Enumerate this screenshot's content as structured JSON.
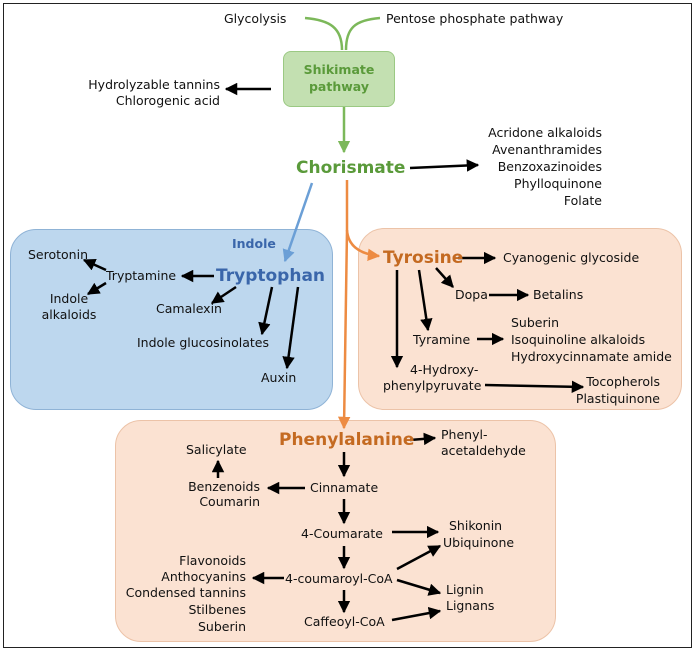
{
  "colors": {
    "green": "#5a9a3a",
    "blue": "#3a66aa",
    "orange": "#c46a21",
    "arrow_blue": "#6b9fd6",
    "arrow_orange": "#ed8b42",
    "box_blue": "#bdd7ee",
    "box_peach": "#fbe2d2",
    "box_green": "#c3e0b1"
  },
  "top": {
    "glycolysis": "Glycolysis",
    "pentose": "Pentose phosphate pathway",
    "shikimate_line1": "Shikimate",
    "shikimate_line2": "pathway",
    "hydrolyzable": "Hydrolyzable tannins",
    "chlorogenic": "Chlorogenic acid"
  },
  "chorismate": {
    "label": "Chorismate",
    "products": [
      "Acridone alkaloids",
      "Avenanthramides",
      "Benzoxazinoides",
      "Phylloquinone",
      "Folate"
    ]
  },
  "tryptophan": {
    "indole": "Indole",
    "label": "Tryptophan",
    "serotonin": "Serotonin",
    "tryptamine": "Tryptamine",
    "indole_alkaloids_1": "Indole",
    "indole_alkaloids_2": "alkaloids",
    "camalexin": "Camalexin",
    "glucosinolates": "Indole glucosinolates",
    "auxin": "Auxin"
  },
  "tyrosine": {
    "label": "Tyrosine",
    "cyanogenic": "Cyanogenic glycoside",
    "dopa": "Dopa",
    "betalins": "Betalins",
    "tyramine": "Tyramine",
    "suberin": "Suberin",
    "isoquinoline": "Isoquinoline alkaloids",
    "hydroxycinnamate": "Hydroxycinnamate amide",
    "hpp_1": "4-Hydroxy-",
    "hpp_2": "phenylpyruvate",
    "tocopherols": "Tocopherols",
    "plastiquinone": "Plastiquinone"
  },
  "phenylalanine": {
    "label": "Phenylalanine",
    "phenyl_1": "Phenyl-",
    "phenyl_2": "acetaldehyde",
    "salicylate": "Salicylate",
    "benzenoids": "Benzenoids",
    "coumarin": "Coumarin",
    "cinnamate": "Cinnamate",
    "coumarate": "4-Coumarate",
    "shikonin": "Shikonin",
    "ubiquinone": "Ubiquinone",
    "flavonoids": [
      "Flavonoids",
      "Anthocyanins",
      "Condensed tannins",
      "Stilbenes",
      "Suberin"
    ],
    "coumaroyl": "4-coumaroyl-CoA",
    "lignin": "Lignin",
    "lignans": "Lignans",
    "caffeoyl": "Caffeoyl-CoA"
  }
}
